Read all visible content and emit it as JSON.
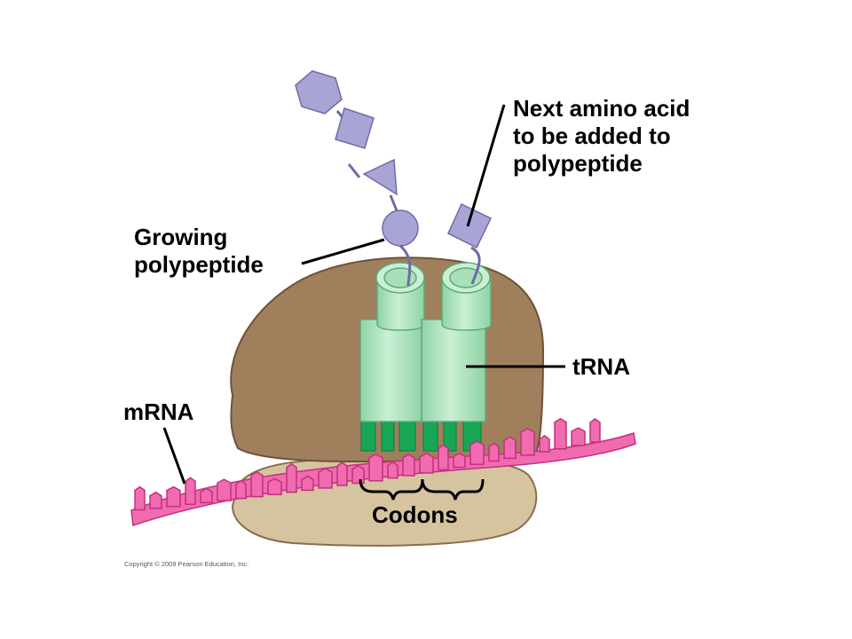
{
  "labels": {
    "next_amino_line1": "Next amino acid",
    "next_amino_line2": "to be added to",
    "next_amino_line3": "polypeptide",
    "growing_line1": "Growing",
    "growing_line2": "polypeptide",
    "trna": "tRNA",
    "mrna": "mRNA",
    "codons": "Codons"
  },
  "copyright": "Copyright © 2009 Pearson Education, Inc.",
  "colors": {
    "ribosome_large": "#a07f5c",
    "ribosome_small": "#d6c3a0",
    "trna": "#a9e0b8",
    "trna_anticodon": "#16a656",
    "mrna": "#f06bb0",
    "amino_acid": "#a9a4d6"
  }
}
